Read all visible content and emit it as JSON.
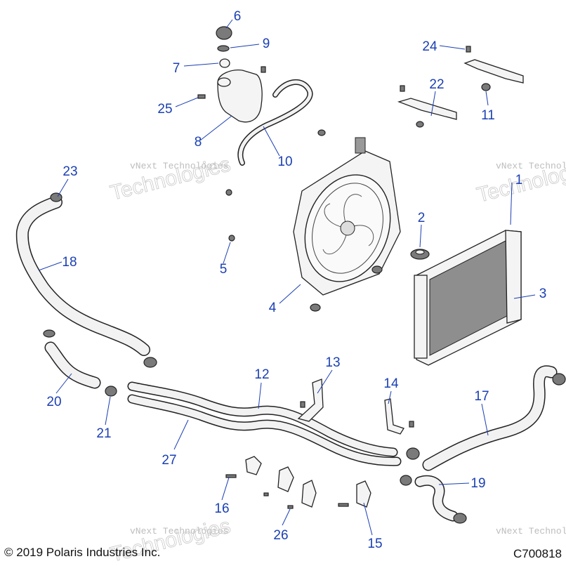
{
  "callouts": [
    {
      "id": "1",
      "label": "1"
    },
    {
      "id": "2",
      "label": "2"
    },
    {
      "id": "3",
      "label": "3"
    },
    {
      "id": "4",
      "label": "4"
    },
    {
      "id": "5",
      "label": "5"
    },
    {
      "id": "6",
      "label": "6"
    },
    {
      "id": "7",
      "label": "7"
    },
    {
      "id": "8",
      "label": "8"
    },
    {
      "id": "9",
      "label": "9"
    },
    {
      "id": "10",
      "label": "10"
    },
    {
      "id": "11",
      "label": "11"
    },
    {
      "id": "12",
      "label": "12"
    },
    {
      "id": "13",
      "label": "13"
    },
    {
      "id": "14",
      "label": "14"
    },
    {
      "id": "15",
      "label": "15"
    },
    {
      "id": "16",
      "label": "16"
    },
    {
      "id": "17",
      "label": "17"
    },
    {
      "id": "18",
      "label": "18"
    },
    {
      "id": "19",
      "label": "19"
    },
    {
      "id": "20",
      "label": "20"
    },
    {
      "id": "21",
      "label": "21"
    },
    {
      "id": "22",
      "label": "22"
    },
    {
      "id": "23",
      "label": "23"
    },
    {
      "id": "24",
      "label": "24"
    },
    {
      "id": "25",
      "label": "25"
    },
    {
      "id": "26",
      "label": "26"
    },
    {
      "id": "27",
      "label": "27"
    }
  ],
  "watermark": {
    "small": "vNext Technologies",
    "large": "Technologies"
  },
  "footer": {
    "copyright": "© 2019 Polaris Industries Inc.",
    "diagram_code": "C700818"
  },
  "colors": {
    "callout": "#1a3fb3",
    "line": "#222222",
    "fill": "#f4f4f4"
  }
}
